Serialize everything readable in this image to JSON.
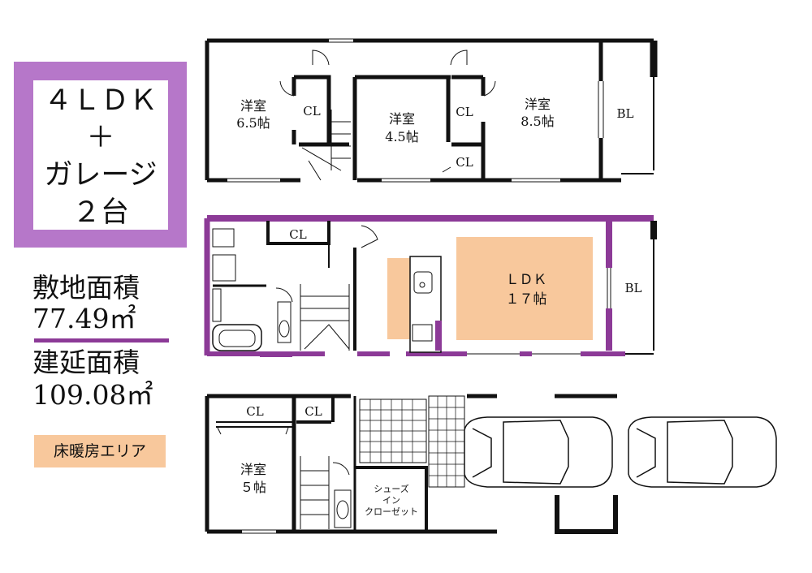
{
  "badge": {
    "line1": "４ＬＤＫ",
    "line2": "＋",
    "line3": "ガレージ",
    "line4": "２台"
  },
  "site_area": {
    "label": "敷地面積",
    "value": "77.49㎡"
  },
  "floor_area": {
    "label": "建延面積",
    "value": "109.08㎡"
  },
  "legend": {
    "label": "床暖房エリア"
  },
  "floor3": {
    "room1": {
      "name": "洋室",
      "size": "6.5帖"
    },
    "cl1": "CL",
    "room2": {
      "name": "洋室",
      "size": "4.5帖"
    },
    "cl2": "CL",
    "cl3": "CL",
    "room3": {
      "name": "洋室",
      "size": "8.5帖"
    },
    "bl": "BL"
  },
  "floor2": {
    "cl": "CL",
    "ldk": {
      "name": "ＬＤＫ",
      "size": "１７帖"
    },
    "bl": "BL"
  },
  "floor1": {
    "cl1": "CL",
    "cl2": "CL",
    "room": {
      "name": "洋室",
      "size": "５帖"
    },
    "shoes": {
      "line1": "シューズ",
      "line2": "イン",
      "line3": "クローゼット"
    }
  },
  "colors": {
    "accent": "#8c3a97",
    "badge": "#b677c9",
    "heated": "#f8c89c",
    "wall": "#111111"
  }
}
